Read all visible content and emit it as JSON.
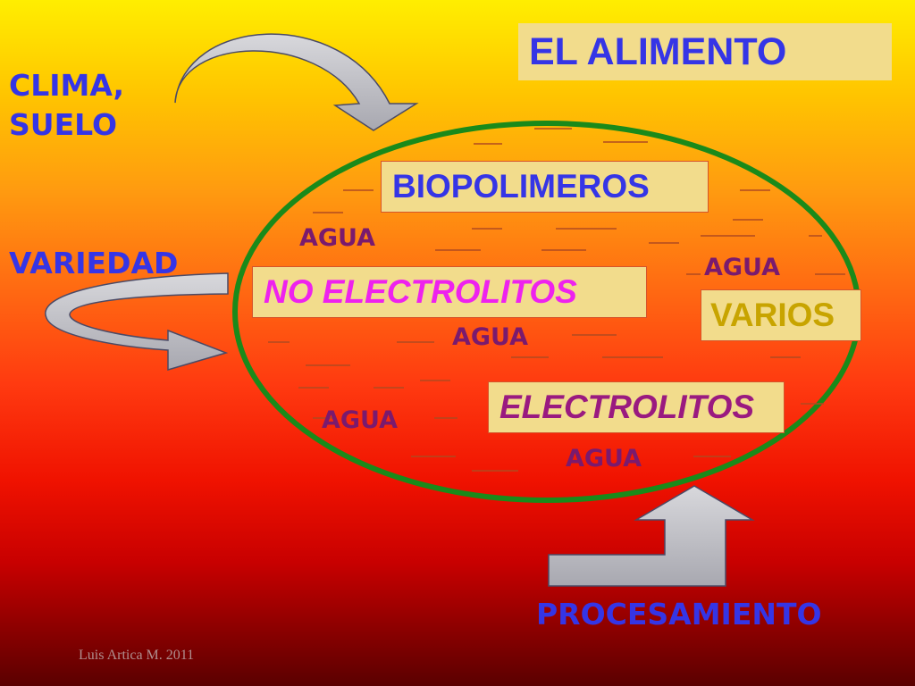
{
  "title": "EL ALIMENTO",
  "factors": {
    "clima_suelo": [
      "CLIMA,",
      "SUELO"
    ],
    "variedad": "VARIEDAD",
    "procesamiento": "PROCESAMIENTO"
  },
  "components": {
    "biopolimeros": "BIOPOLIMEROS",
    "no_electrolitos": "NO ELECTROLITOS",
    "varios": "VARIOS",
    "electrolitos": "ELECTROLITOS"
  },
  "water_label": "AGUA",
  "credit": "Luis Artica M. 2011",
  "colors": {
    "title_text": "#3535e6",
    "box_fill": "#f2dc8c",
    "agua_text": "#7a1a6e",
    "ellipse_stroke": "#1a8a1a",
    "biopolimeros_text": "#3535e6",
    "no_electrolitos_text": "#ee22ee",
    "varios_text": "#c8a400",
    "electrolitos_text": "#9a1a80",
    "arrow_fill": "#c0c0c4"
  }
}
